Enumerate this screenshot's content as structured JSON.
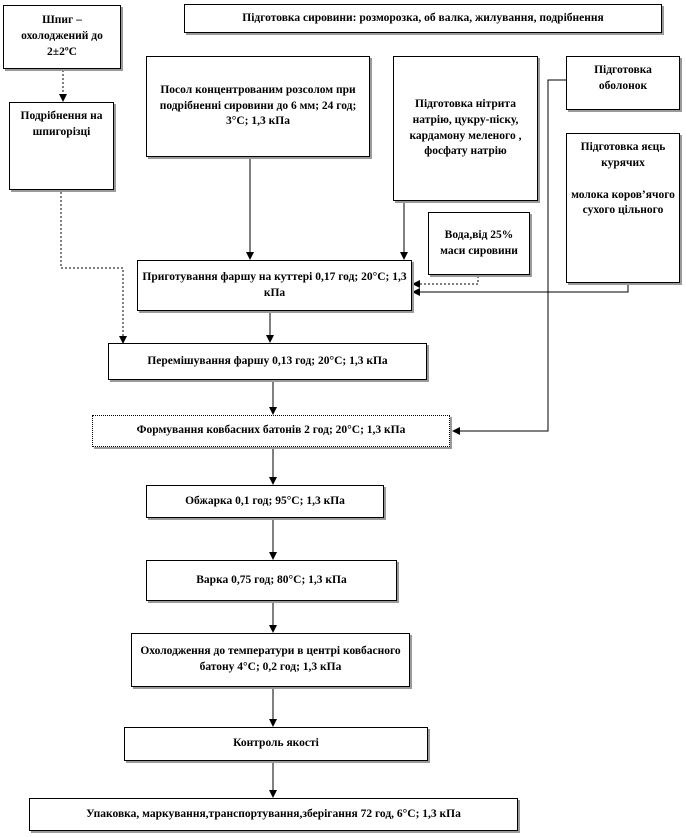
{
  "boxes": {
    "shpyk": "Шпиг – охолоджений до 2±2ºС",
    "grinding": "Подрібнення на шпигорізці",
    "prep_raw": "Підготовка сировини:  розморозка, об валка, жилування, подрібнення",
    "salting": "Посол концентрованим розсолом при подрібненні сировини  до 6 мм; 24 год; 3°С; 1,3 кПа",
    "prep_nitrite": "Підготовка нітрита натрію, цукру-піску, кардамону меленого , фосфату натрію",
    "prep_casing": "Підготовка оболонок",
    "prep_eggs": "Підготовка яєць курячих\n\nмолока коров’ячого сухого цільного",
    "water": "Вода,від 25% маси сировини",
    "mince": "Приготування фаршу на куттері 0,17 год; 20°С; 1,3 кПа",
    "mixing": "Перемішування фаршу 0,13 год; 20°С; 1,3 кПа",
    "forming": "Формування ковбасних батонів 2 год; 20°С; 1,3 кПа",
    "roasting": "Обжарка 0,1 год; 95°С; 1,3 кПа",
    "boiling": "Варка 0,75 год; 80°С; 1,3 кПа",
    "cooling": "Охолодження до температури в центрі ковбасного батону  4°С; 0,2 год; 1,3 кПа",
    "quality": "Контроль якості",
    "packing": "Упаковка, маркування,транспортування,зберігання  72 год, 6°С; 1,3 кПа"
  }
}
